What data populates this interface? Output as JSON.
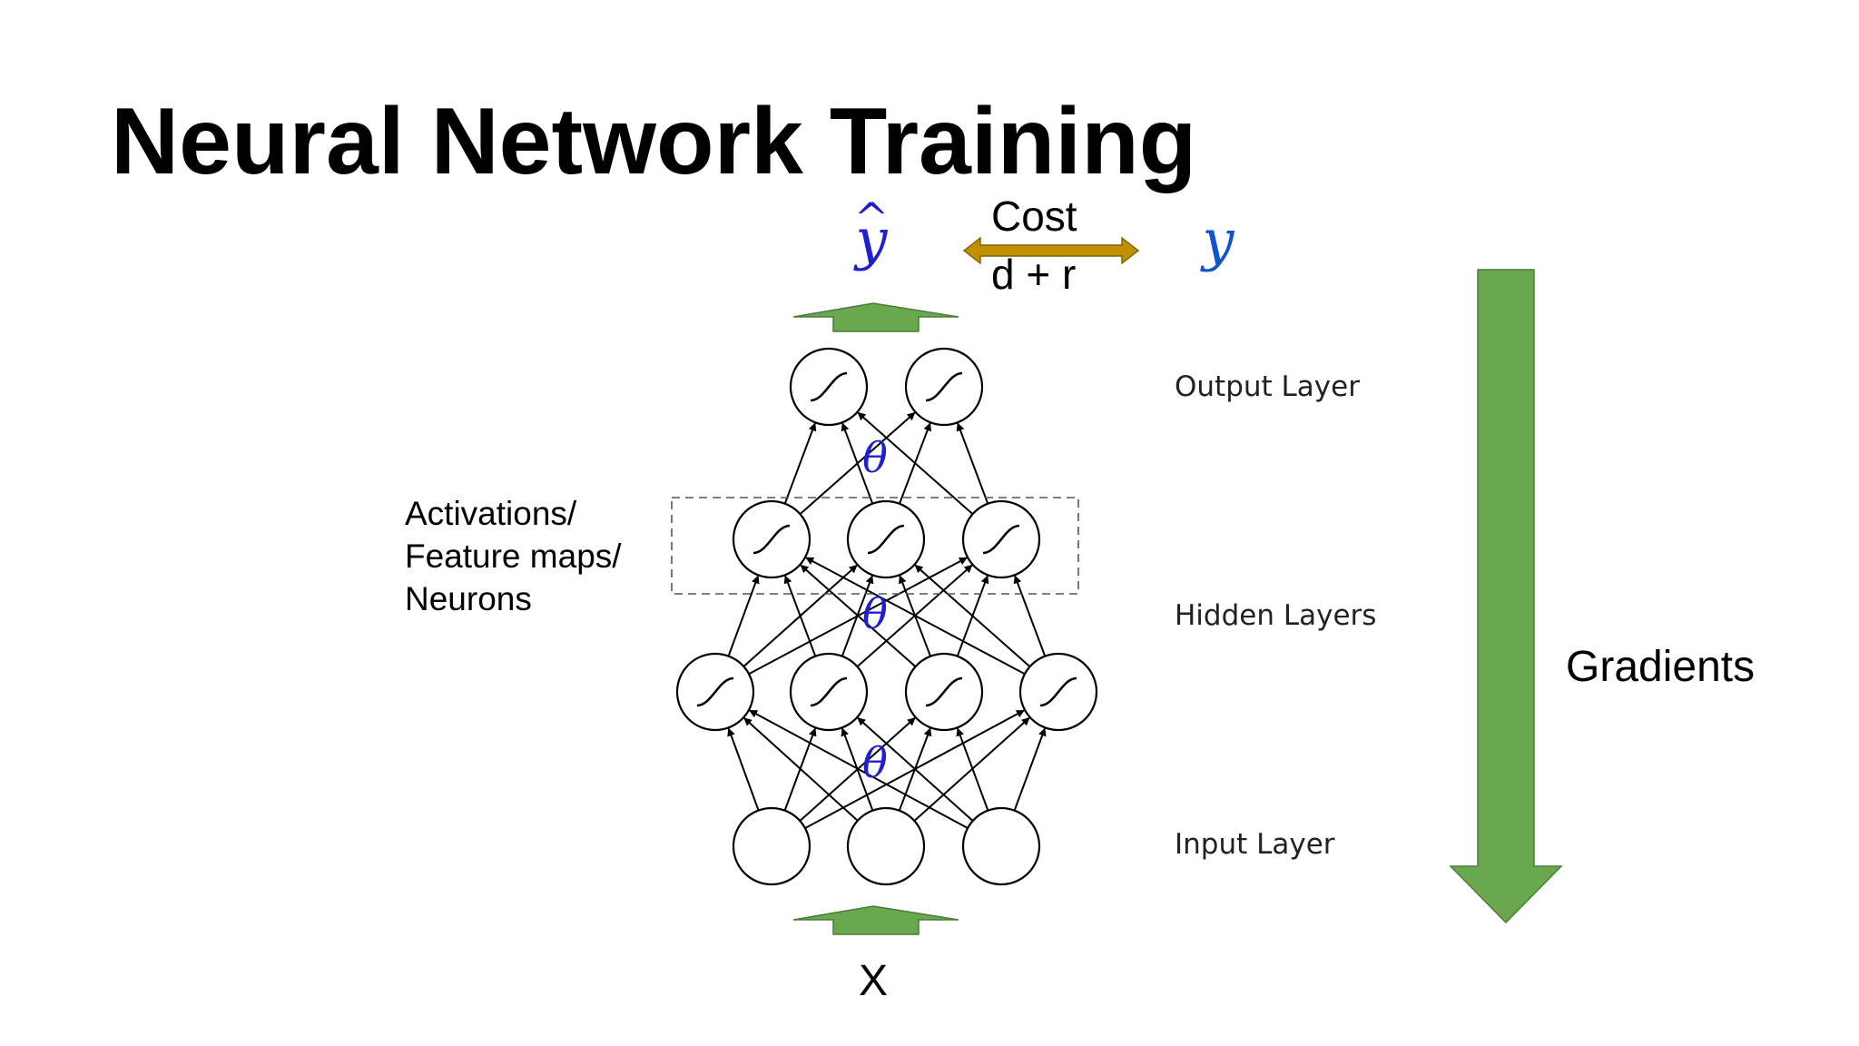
{
  "title": "Neural Network Training",
  "prediction_symbol": "y",
  "prediction_hat": "^",
  "target_symbol": "y",
  "cost": {
    "line1": "Cost",
    "line2": "d + r"
  },
  "weights_symbol": "θ",
  "input_symbol": "X",
  "side_label": {
    "line1": "Activations/",
    "line2": "Feature maps/",
    "line3": "Neurons"
  },
  "layer_labels": {
    "output": "Output Layer",
    "hidden": "Hidden Layers",
    "input": "Input Layer"
  },
  "gradients_label": "Gradients",
  "colors": {
    "forward_arrow": "#6aa84f",
    "gradient_arrow": "#6aa84f",
    "cost_arrow": "#bf9000",
    "math_blue": "#1f1fd0",
    "target_blue": "#1155cc",
    "text": "#000000"
  }
}
